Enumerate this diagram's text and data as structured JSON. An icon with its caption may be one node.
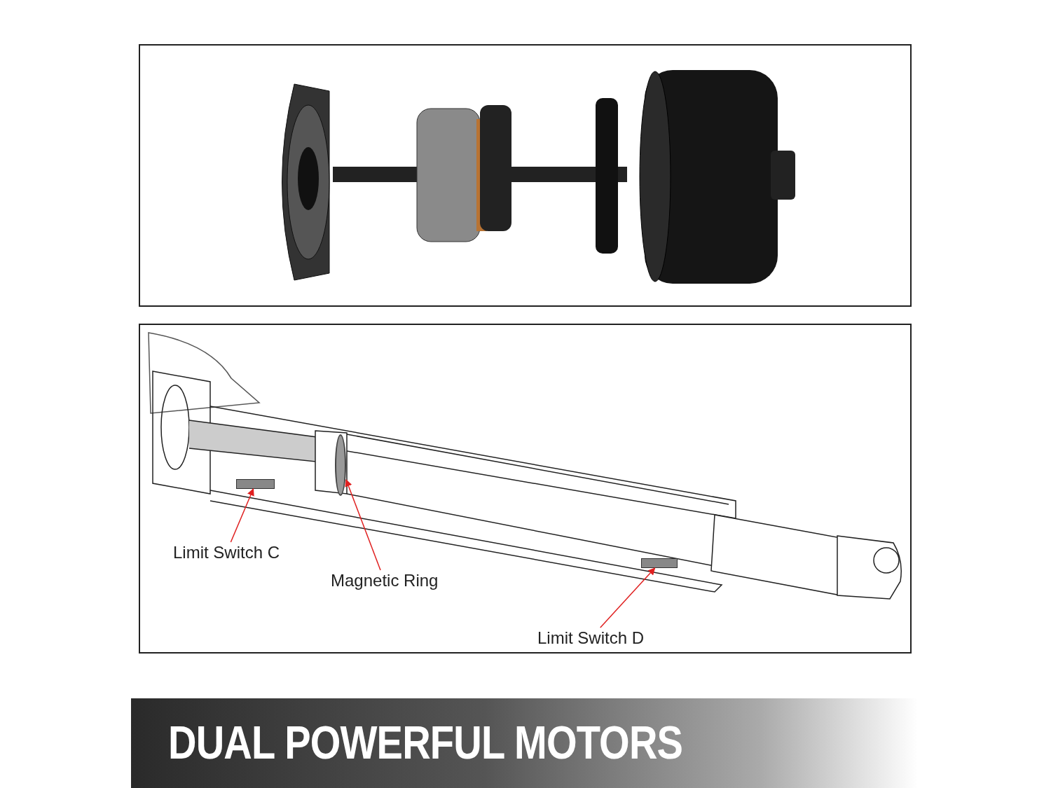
{
  "diagram": {
    "title": "DUAL POWERFUL MOTORS",
    "nodes": [
      {
        "text": [
          "Limit Switch C"
        ]
      },
      {
        "text": [],
        "shape": "bar"
      },
      {
        "text": [
          "Magnetic Ring"
        ]
      },
      {
        "text": [],
        "shape": "ring"
      },
      {
        "text": [
          "Limit Switch D"
        ]
      },
      {
        "text": [],
        "shape": "bar"
      }
    ],
    "edges": [
      {
        "from": 0,
        "to": 1,
        "arrow": "to"
      },
      {
        "from": 2,
        "to": 3,
        "arrow": "to"
      },
      {
        "from": 4,
        "to": 5,
        "arrow": "to"
      }
    ]
  }
}
